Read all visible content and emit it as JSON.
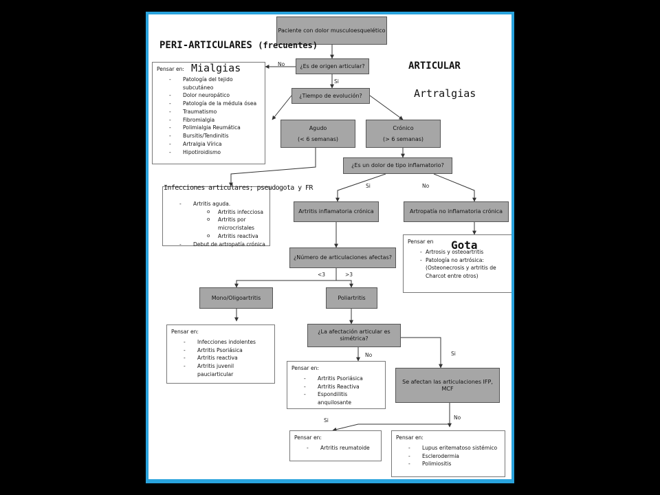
{
  "overlay": {
    "peri_title": "PERI-ARTICULARES",
    "peri_sub": "(frecuentes)",
    "articular": "ARTICULAR",
    "mialgias": "Mialgias",
    "artralgias": "Artralgias",
    "infecciones": "Infecciones articulares; pseudogota y FR",
    "gota": "Gota"
  },
  "nodes": {
    "paciente": "Paciente con dolor musculoesquelético",
    "origen": "¿Es de origen articular?",
    "tiempo": "¿Tiempo de evolución?",
    "agudo_1": "Agudo",
    "agudo_2": "(< 6 semanas)",
    "cronico_1": "Crónico",
    "cronico_2": "(> 6 semanas)",
    "inflamatorio": "¿Es un dolor de tipo inflamatorio?",
    "artritis_inflamatoria": "Artritis inflamatoria crónica",
    "artropatia": "Artropatía no inflamatoria crónica",
    "numero": "¿Número de articulaciones afectas?",
    "mono": "Mono/Oligoartritis",
    "poli": "Poliartritis",
    "simetrica_1": "¿La afectación articular es",
    "simetrica_2": "simétrica?",
    "ifp_1": "Se afectan las articulaciones IFP,",
    "ifp_2": "MCF"
  },
  "edge_labels": {
    "no_origen": "No",
    "si_origen": "Si",
    "si_inflam": "Si",
    "no_inflam": "No",
    "lt3": "<3",
    "gt3": ">3",
    "no_sim": "No",
    "si_sim": "Si",
    "si_ifp": "Si",
    "no_ifp": "No"
  },
  "lists": {
    "peri": {
      "title": "Pensar en:",
      "items": [
        "Patología del tejido subcutáneo",
        "Dolor neuropático",
        "Patología de la médula ósea",
        "Traumatismo",
        "Fibromialgia",
        "Polimialgia Reumática",
        "Bursitis/Tendinitis",
        "Artralgia Vírica",
        "Hipotiroidismo"
      ]
    },
    "agudo": {
      "title": "Pensar en:",
      "item_1": "Artritis aguda.",
      "subitems": [
        "Artritis infecciosa",
        "Artritis por microcristales",
        "Artritis reactiva"
      ],
      "item_2": "Debut de artropatía crónica"
    },
    "no_inflam": {
      "title": "Pensar en",
      "items": [
        "Artrosis y osteoartritis",
        "Patología no artrósica: (Osteonecrosis y artritis de Charcot entre otros)"
      ]
    },
    "mono": {
      "title": "Pensar en:",
      "items": [
        "Infecciones indolentes",
        "Artritis Psoriásica",
        "Artritis reactiva",
        "Artritis juvenil pauciarticular"
      ]
    },
    "no_sim": {
      "title": "Pensar en:",
      "items": [
        "Artritis Psoriásica",
        "Artritis Reactiva",
        "Espondilitis anquilosante"
      ]
    },
    "ar": {
      "title": "Pensar en:",
      "items": [
        "Artritis reumatoide"
      ]
    },
    "lupus": {
      "title": "Pensar en:",
      "items": [
        "Lupus eritematoso sistémico",
        "Esclerodermia",
        "Polimiositis"
      ]
    }
  },
  "colors": {
    "frame": "#29a3dd",
    "box_fill": "#a6a6a6",
    "background": "#000000"
  }
}
